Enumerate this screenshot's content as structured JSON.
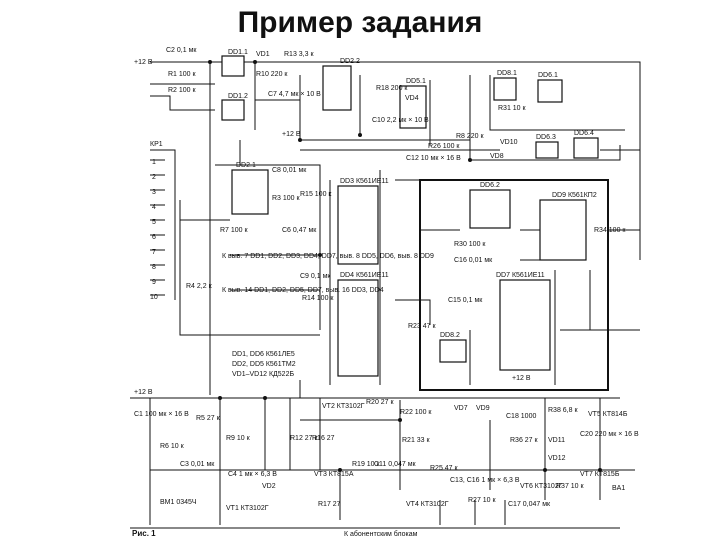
{
  "title": "Пример задания",
  "caption": "Рис. 1",
  "notes": {
    "supply_pins_1": "К выв. 7 DD1, DD2, DD3, DD4, DD7, выв. 8 DD5, DD6, выв. 8 DD9",
    "supply_pins_2": "К выв. 14 DD1, DD2, DD5, DD7, выв. 16 DD3, DD4",
    "parts_1": "DD1, DD6 К561ЛЕ5",
    "parts_2": "DD2, DD5 К561ТМ2",
    "parts_3": "VD1–VD12 КД522Б",
    "subscriber_line": "К абонентским блокам"
  },
  "chips": {
    "dd1_1": "DD1.1",
    "dd1_2": "DD1.2",
    "dd2_1": "DD2.1",
    "dd2_2": "DD2.2",
    "dd3": "DD3 К561ИЕ11",
    "dd4": "DD4 К561ИЕ11",
    "dd5_1": "DD5.1",
    "dd6_1": "DD6.1",
    "dd6_2": "DD6.2",
    "dd6_3": "DD6.3",
    "dd6_4": "DD6.4",
    "dd7": "DD7 К561ИЕ11",
    "dd8_1": "DD8.1",
    "dd8_2": "DD8.2",
    "dd9": "DD9 К561КП2"
  },
  "parts": {
    "c2": "C2 0,1 мк",
    "r1": "R1 100 к",
    "r2": "R2 100 к",
    "vd1": "VD1",
    "r10": "R10 220 к",
    "r13": "R13 3,3 к",
    "c7": "C7 4,7 мк × 10 В",
    "r18": "R18 200 к",
    "vd4": "VD4",
    "c10": "C10 2,2 мк × 10 В",
    "r26": "R26 100 к",
    "vd8": "VD8",
    "c12": "C12 10 мк × 16 В",
    "vd10": "VD10",
    "r31": "R31 10 к",
    "r8": "R8 220 к",
    "c8": "C8 0,01 мк",
    "r3": "R3 100 к",
    "r7": "R7 100 к",
    "c6": "C6 0,47 мк",
    "r15": "R15 100 к",
    "r4": "R4 2,2 к",
    "r14": "R14 100 к",
    "c9": "C9 0,1 мк",
    "r30": "R30 100 к",
    "c16": "C16 0,01 мк",
    "c15": "C15 0,1 мк",
    "r23": "R23 47 к",
    "r34": "R34 100 к",
    "vt2": "VT2 КТ3102Г",
    "r20": "R20 27 к",
    "r22": "R22 100 к",
    "vd7": "VD7",
    "vd9": "VD9",
    "c18": "C18 1000",
    "r5": "R5 27 к",
    "c1": "C1 100 мк × 16 В",
    "r9": "R9 10 к",
    "r12": "R12 27 к",
    "r16": "R16 27",
    "r21": "R21 33 к",
    "r36": "R36 27 к",
    "vd11": "VD11",
    "r38": "R38 6,8 к",
    "vt5": "VT5 КТ814Б",
    "c20": "C20 220 мк × 16 В",
    "r6": "R6 10 к",
    "c3": "C3 0,01 мк",
    "c4": "C4 1 мк × 6,3 В",
    "vt3": "VT3 КТ815А",
    "r19": "R19 10 к",
    "c11": "C11 0,047 мк",
    "r25": "R25 47 к",
    "c13": "C13, C16 1 мк × 6,3 В",
    "vd12": "VD12",
    "vt7": "VT7 КТ815Б",
    "ba1": "BA1",
    "bm1": "BM1 0345Ч",
    "vt1": "VT1 КТ3102Г",
    "vd2": "VD2",
    "r17": "R17 27",
    "vt4": "VT4 КТ3102Г",
    "r27": "R27 10 к",
    "c17": "C17 0,047 мк",
    "vt6": "VT6 КТ3102Г",
    "r37": "R37 10 к"
  },
  "rails": {
    "plus12_a": "+12 В",
    "plus12_b": "+12 В",
    "plus12_c": "+12 В",
    "plus12_d": "+12 В"
  },
  "connector": "КР1",
  "connector_pins": [
    "1",
    "2",
    "3",
    "4",
    "5",
    "6",
    "7",
    "8",
    "9",
    "10"
  ]
}
